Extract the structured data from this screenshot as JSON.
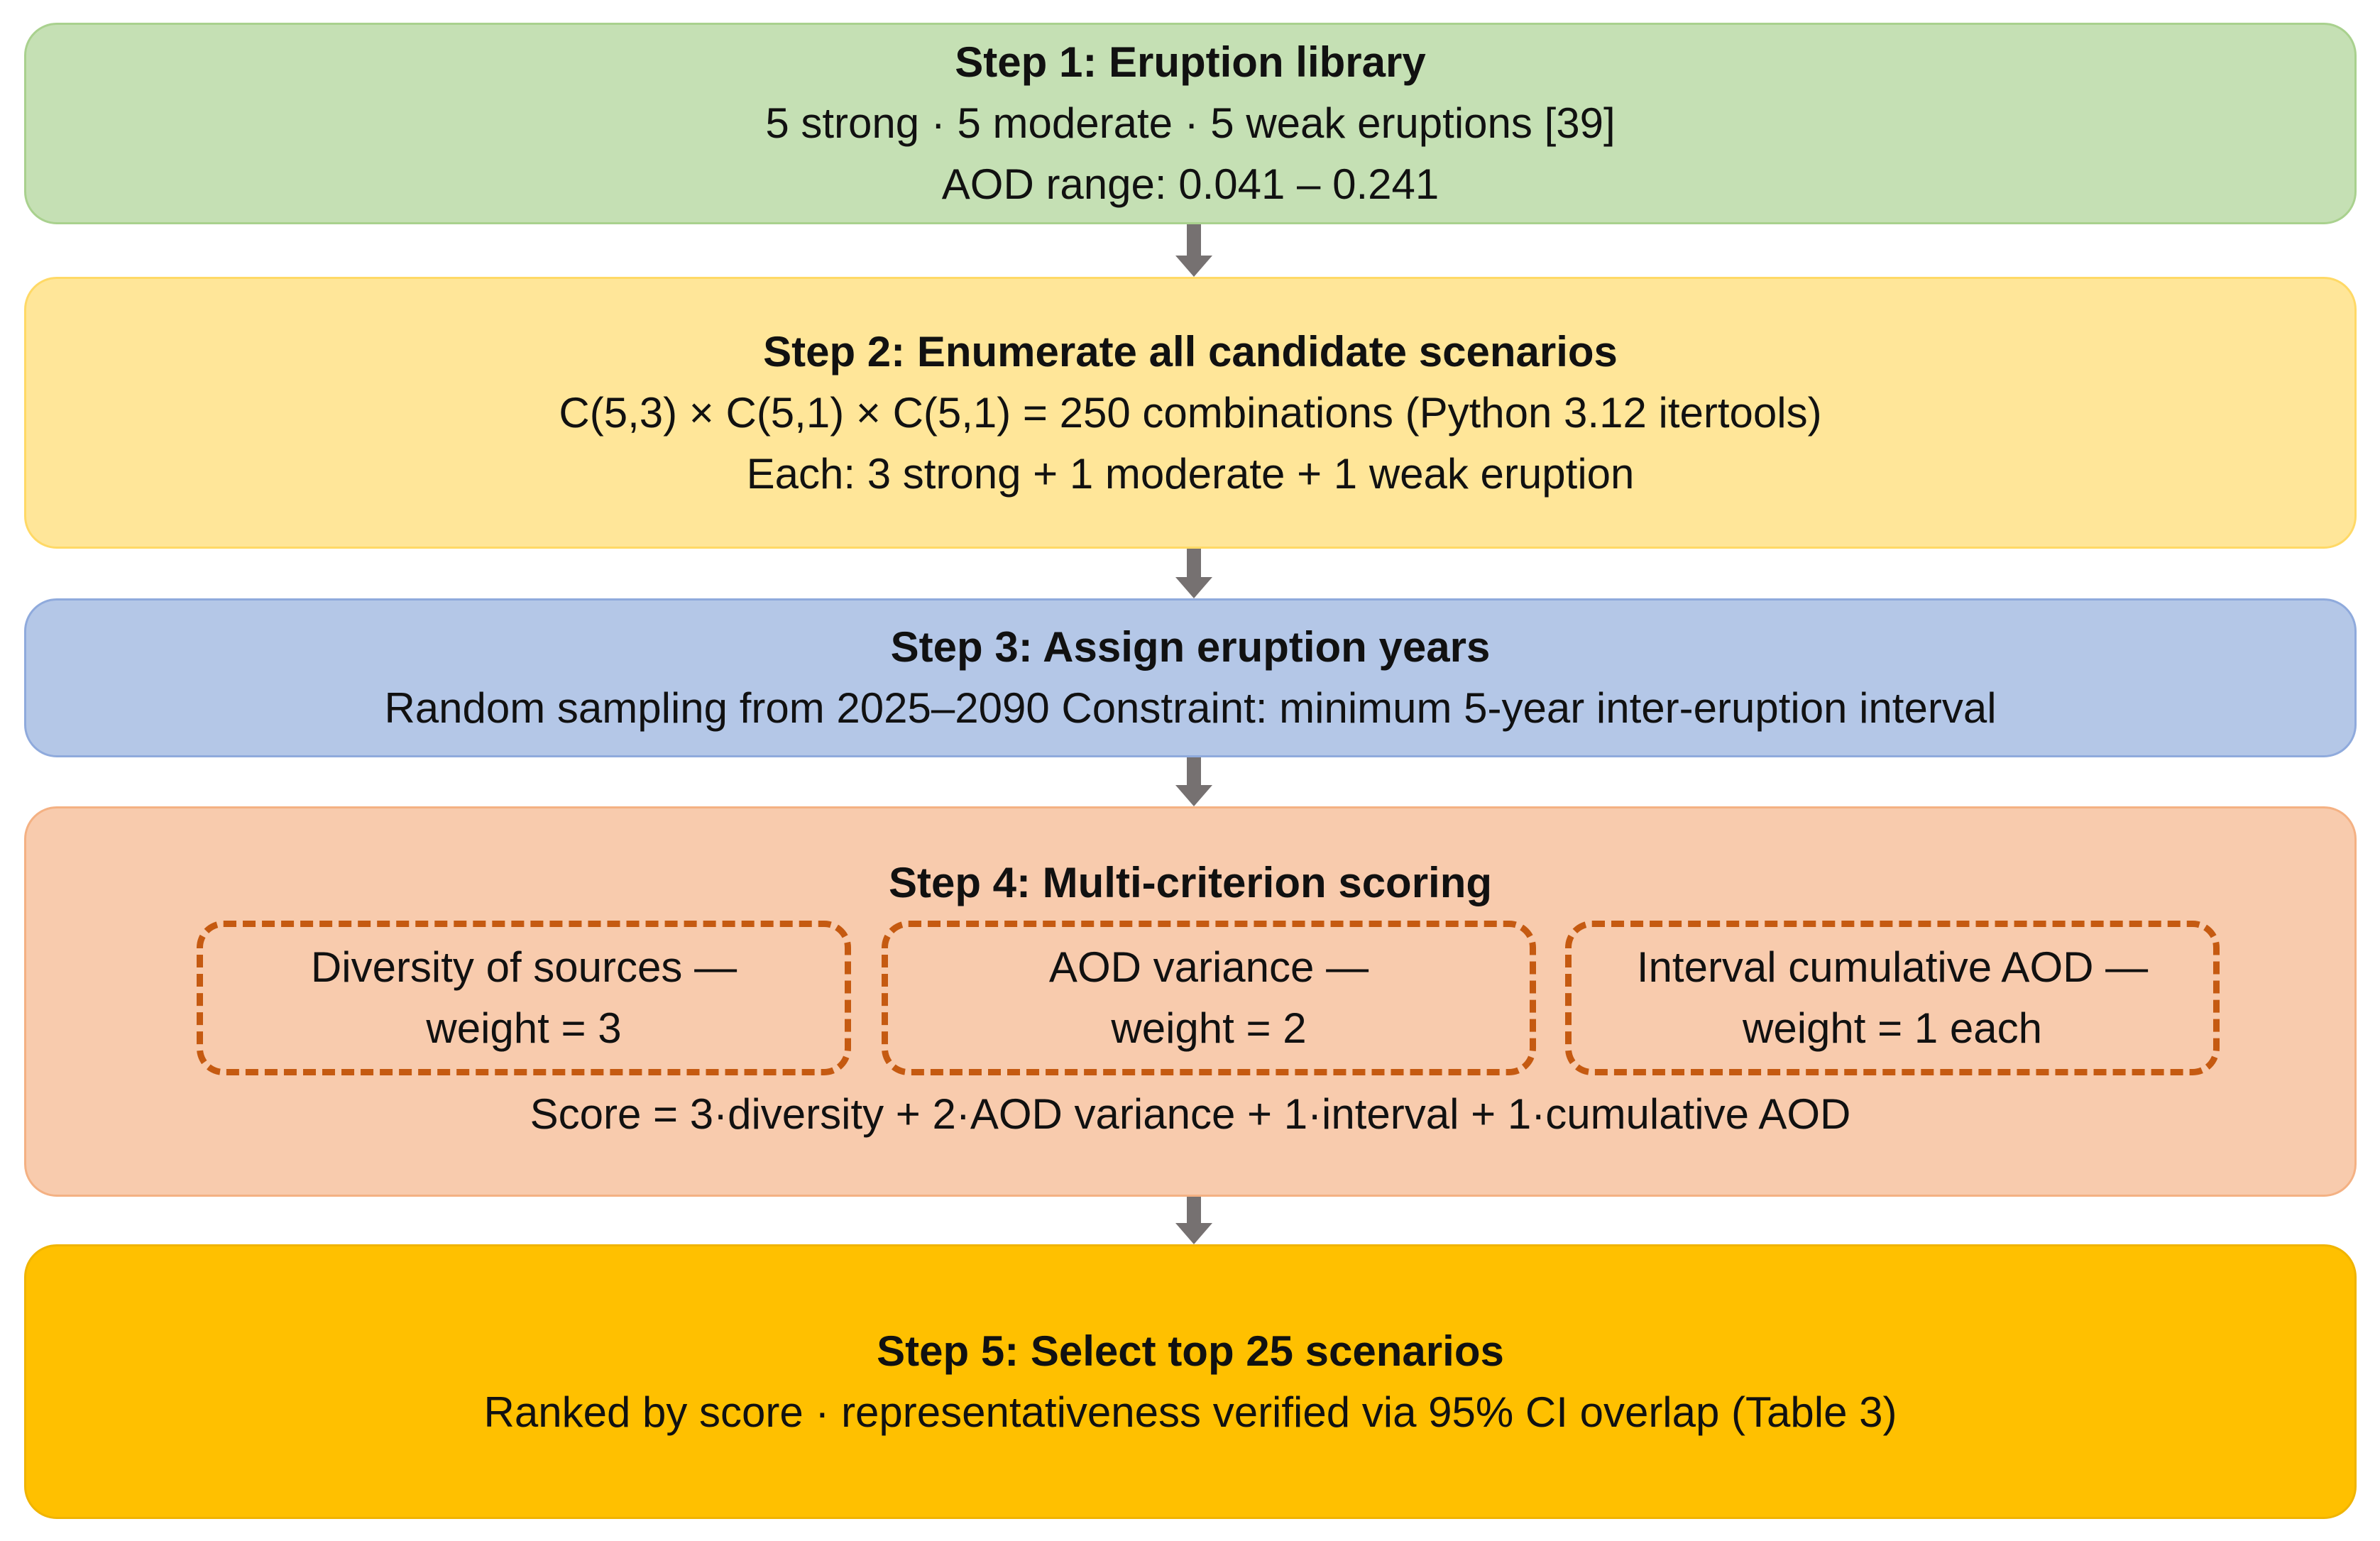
{
  "steps": [
    {
      "title": "Step 1: Eruption library",
      "lines": [
        "5 strong · 5 moderate · 5 weak eruptions [39]",
        "AOD range: 0.041 – 0.241"
      ]
    },
    {
      "title": "Step 2: Enumerate all candidate scenarios",
      "lines": [
        "C(5,3) × C(5,1) × C(5,1) = 250 combinations (Python 3.12 itertools)",
        "Each: 3 strong + 1 moderate + 1 weak eruption"
      ]
    },
    {
      "title": "Step 3: Assign eruption years",
      "lines": [
        "Random sampling from 2025–2090 Constraint: minimum 5-year inter-eruption interval"
      ]
    },
    {
      "title": "Step 4: Multi-criterion scoring",
      "criteria": [
        {
          "line1": "Diversity of sources —",
          "line2": "weight = 3"
        },
        {
          "line1": "AOD variance —",
          "line2": "weight = 2"
        },
        {
          "line1": "Interval cumulative AOD —",
          "line2": "weight = 1 each"
        }
      ],
      "formula": "Score = 3·diversity + 2·AOD variance + 1·interval + 1·cumulative AOD"
    },
    {
      "title": "Step 5: Select top 25 scenarios",
      "lines": [
        "Ranked by score · representativeness verified via 95% CI overlap (Table 3)"
      ]
    }
  ],
  "colors": {
    "step1_fill": "#c5e0b4",
    "step2_fill": "#ffe699",
    "step3_fill": "#b4c7e7",
    "step4_fill": "#f8cbad",
    "step5_fill": "#ffc000",
    "criterion_border": "#c55a11",
    "arrow": "#767171"
  },
  "icons": [
    "arrow-down-icon"
  ]
}
